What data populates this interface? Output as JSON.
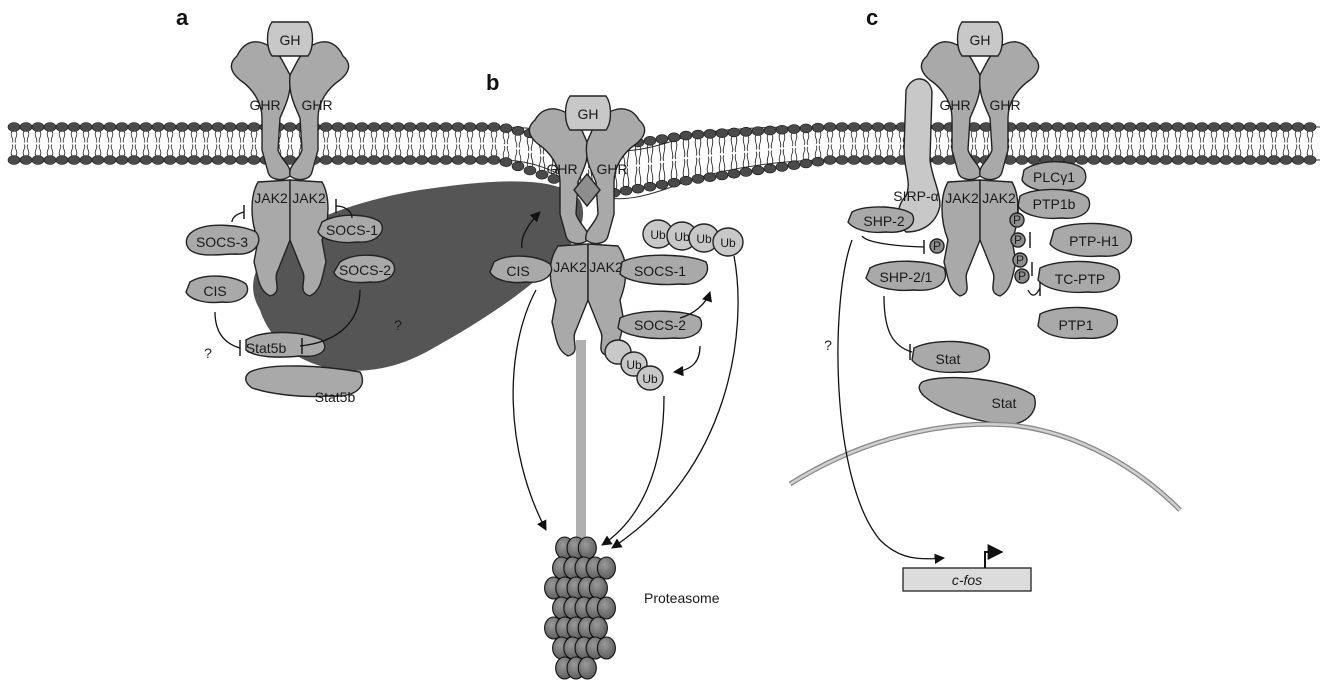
{
  "panels": {
    "a": "a",
    "b": "b",
    "c": "c"
  },
  "panel_a": {
    "gh": "GH",
    "ghr_left": "GHR",
    "ghr_right": "GHR",
    "jak2_left": "JAK2",
    "jak2_right": "JAK2",
    "socs3": "SOCS-3",
    "socs1": "SOCS-1",
    "socs2": "SOCS-2",
    "cis": "CIS",
    "stat5b_top": "Stat5b",
    "stat5b_bottom": "Stat5b",
    "question_left": "?",
    "question_right": "?"
  },
  "panel_b": {
    "gh": "GH",
    "ghr_left": "GHR",
    "ghr_right": "GHR",
    "jak2_left": "JAK2",
    "jak2_right": "JAK2",
    "cis": "CIS",
    "socs1": "SOCS-1",
    "socs2": "SOCS-2",
    "ub": [
      "Ub",
      "Ub",
      "Ub",
      "Ub",
      "Ub",
      "Ub"
    ],
    "proteasome": "Proteasome"
  },
  "panel_c": {
    "gh": "GH",
    "ghr_left": "GHR",
    "ghr_right": "GHR",
    "sirp": "SIRP-α",
    "jak2_left": "JAK2",
    "jak2_right": "JAK2",
    "plc": "PLCγ1",
    "ptp1b": "PTP1b",
    "shp2": "SHP-2",
    "ptph1": "PTP-H1",
    "shp21": "SHP-2/1",
    "tcptp": "TC-PTP",
    "ptp1": "PTP1",
    "stat_top": "Stat",
    "stat_bottom": "Stat",
    "question": "?",
    "p_labels": [
      "P",
      "P",
      "P",
      "P",
      "P"
    ],
    "gene": "c-fos"
  },
  "colors": {
    "receptor": "#a9a9a9",
    "light_protein": "#c8c8c8",
    "shadow": "#555555",
    "membrane": "#4a4a4a"
  }
}
